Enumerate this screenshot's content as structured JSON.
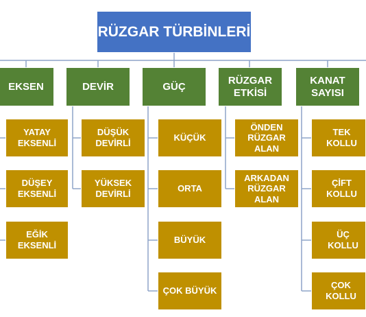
{
  "root": {
    "label": "RÜZGAR TÜRBİNLERİ"
  },
  "categories": [
    {
      "label": "EKSEN",
      "items": [
        "YATAY\nEKSENLİ",
        "DÜŞEY\nEKSENLİ",
        "EĞİK EKSENLİ"
      ]
    },
    {
      "label": "DEVİR",
      "items": [
        "DÜŞÜK\nDEVİRLİ",
        "YÜKSEK\nDEVİRLİ"
      ]
    },
    {
      "label": "GÜÇ",
      "items": [
        "KÜÇÜK",
        "ORTA",
        "BÜYÜK",
        "ÇOK BÜYÜK"
      ]
    },
    {
      "label": "RÜZGAR\nETKİSİ",
      "items": [
        "ÖNDEN\nRÜZGAR\nALAN",
        "ARKADAN\nRÜZGAR\nALAN"
      ]
    },
    {
      "label": "KANAT\nSAYISI",
      "items": [
        "TEK KOLLU",
        "ÇİFT KOLLU",
        "ÜÇ KOLLU",
        "ÇOK KOLLU"
      ]
    }
  ],
  "colors": {
    "root": "#4472c4",
    "category": "#548235",
    "leaf": "#bf9000",
    "connector": "#8ea4c8"
  }
}
